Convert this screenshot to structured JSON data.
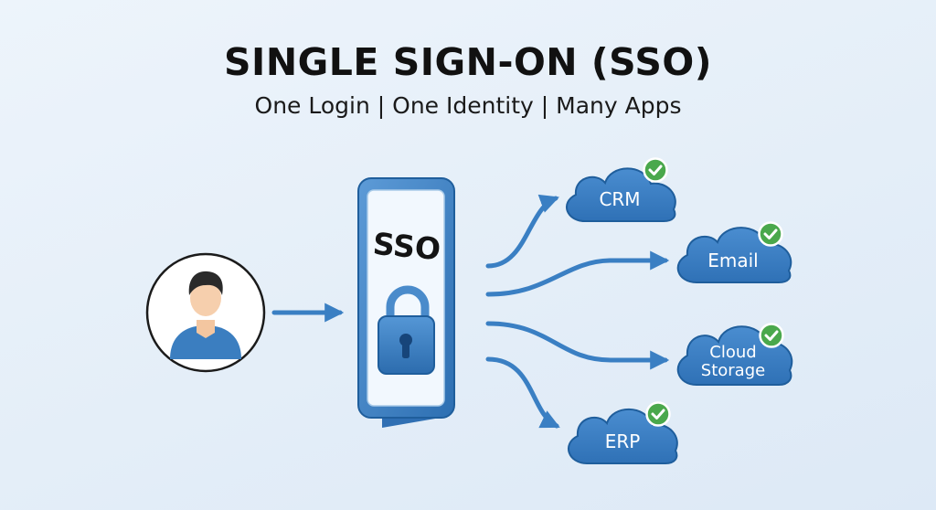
{
  "header": {
    "title": "SINGLE SIGN-ON (SSO)",
    "subtitle": "One Login | One Identity | Many Apps"
  },
  "user": {
    "icon": "user-avatar-icon"
  },
  "sso": {
    "label": "SSO",
    "icon": "padlock-icon"
  },
  "apps": {
    "crm": {
      "label": "CRM",
      "status_icon": "check-circle-icon"
    },
    "email": {
      "label": "Email",
      "status_icon": "check-circle-icon"
    },
    "cloud_storage": {
      "line1": "Cloud",
      "line2": "Storage",
      "status_icon": "check-circle-icon"
    },
    "erp": {
      "label": "ERP",
      "status_icon": "check-circle-icon"
    }
  },
  "colors": {
    "primary_blue": "#3a7fc3",
    "dark_blue": "#1f5e9c",
    "light_blue": "#8fbde6",
    "check_green": "#4aa84c",
    "background": "#e6f0fa"
  }
}
